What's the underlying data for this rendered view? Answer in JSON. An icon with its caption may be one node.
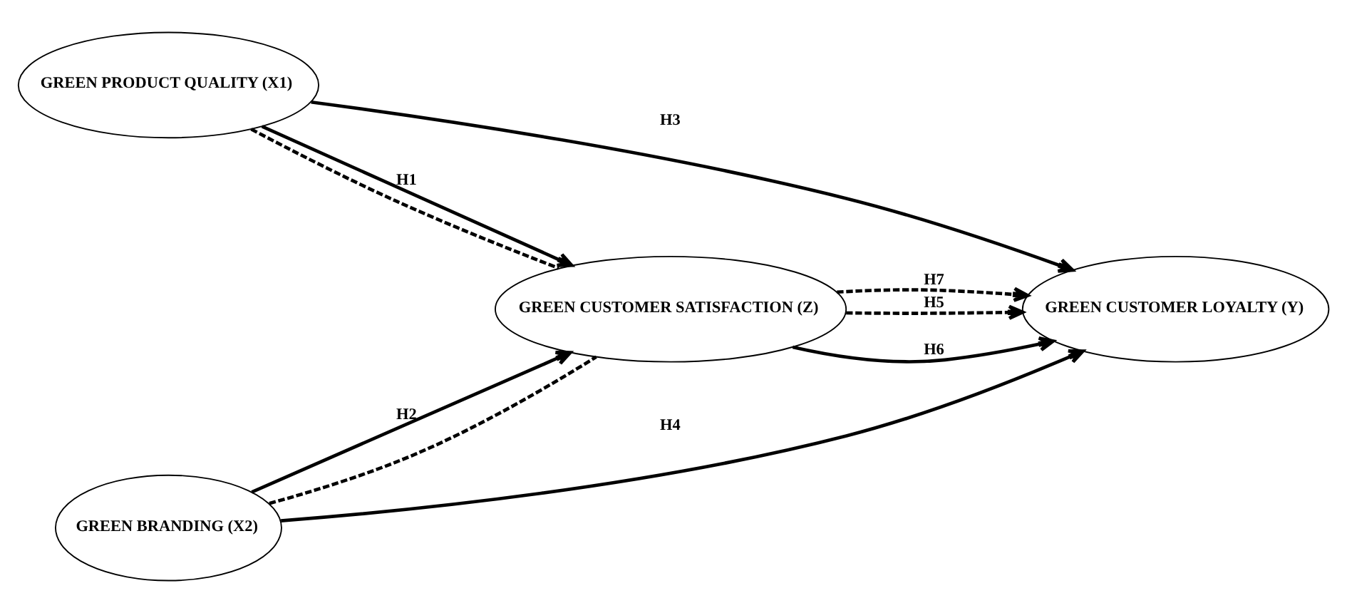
{
  "diagram": {
    "nodes": [
      {
        "text": [
          "GREEN PRODUCT QUALITY (X1)"
        ]
      },
      {
        "text": [
          "GREEN BRANDING (X2)"
        ]
      },
      {
        "text": [
          "GREEN CUSTOMER SATISFACTION (Z)"
        ]
      },
      {
        "text": [
          "GREEN CUSTOMER LOYALTY (Y)"
        ]
      }
    ],
    "edges": [
      {
        "from": 0,
        "to": 2,
        "arrow": "to",
        "label": "H1"
      },
      {
        "from": 0,
        "to": 2,
        "arrow": "none",
        "style": "dashed"
      },
      {
        "from": 1,
        "to": 2,
        "arrow": "to",
        "label": "H2"
      },
      {
        "from": 1,
        "to": 2,
        "arrow": "none",
        "style": "dashed"
      },
      {
        "from": 0,
        "to": 3,
        "arrow": "to",
        "label": "H3"
      },
      {
        "from": 1,
        "to": 3,
        "arrow": "to",
        "label": "H4"
      },
      {
        "from": 2,
        "to": 3,
        "arrow": "to",
        "style": "dashed",
        "label": "H5"
      },
      {
        "from": 2,
        "to": 3,
        "arrow": "to",
        "label": "H6"
      },
      {
        "from": 2,
        "to": 3,
        "arrow": "to",
        "style": "dashed",
        "label": "H7"
      }
    ]
  }
}
